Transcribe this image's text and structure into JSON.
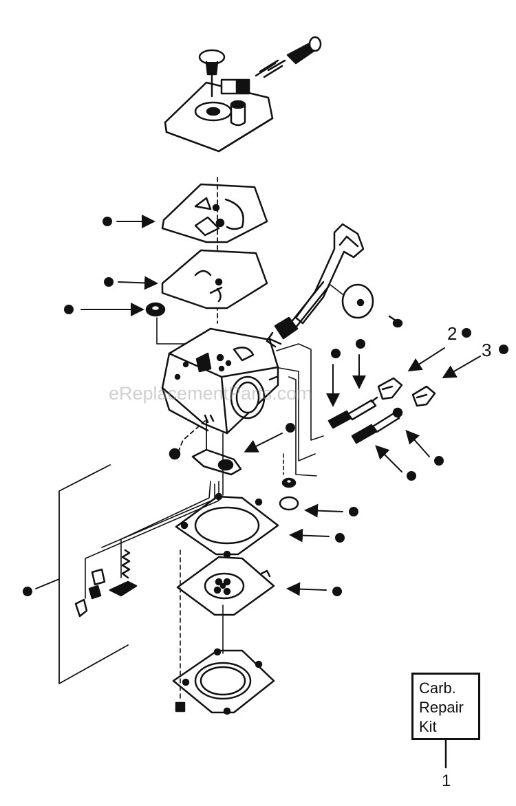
{
  "watermark": "eReplacementParts.com",
  "callouts": {
    "label_2": "2",
    "label_3": "3",
    "label_1": "1"
  },
  "kit": {
    "text": "Carb.\nRepair\nKit"
  },
  "colors": {
    "ink": "#111111",
    "background": "#ffffff"
  }
}
